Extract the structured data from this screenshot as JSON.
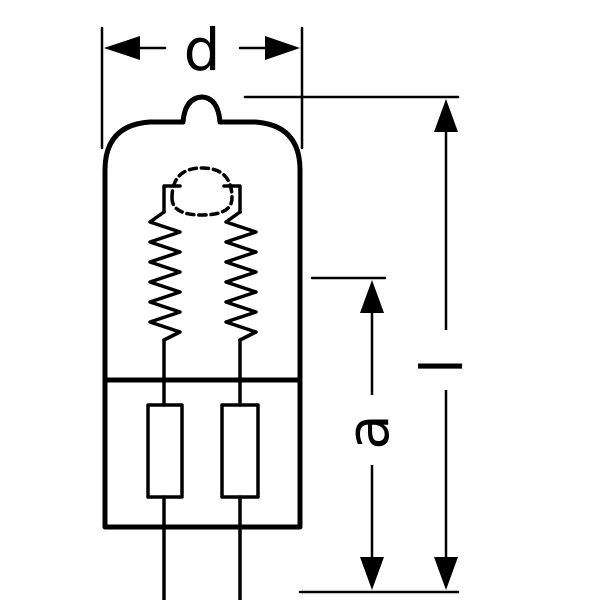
{
  "labels": {
    "diameter": "d",
    "overall_length": "l",
    "light_center_length": "a"
  },
  "colors": {
    "ink": "#000000",
    "background": "#ffffff"
  }
}
